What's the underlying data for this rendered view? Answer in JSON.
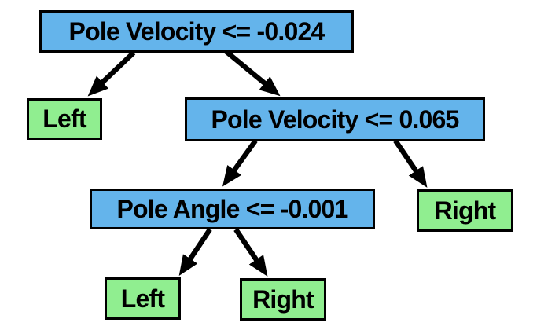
{
  "diagram": {
    "type": "decision-tree",
    "colors": {
      "decision_node_fill": "#64b4eb",
      "leaf_node_fill": "#90ee90",
      "border": "#000000",
      "arrow": "#000000",
      "background": "#ffffff",
      "text": "#000000"
    },
    "nodes": {
      "root": {
        "label": "Pole Velocity <= -0.024",
        "kind": "decision"
      },
      "leaf_left_1": {
        "label": "Left",
        "kind": "leaf"
      },
      "velocity_2": {
        "label": "Pole Velocity <= 0.065",
        "kind": "decision"
      },
      "angle": {
        "label": "Pole Angle <= -0.001",
        "kind": "decision"
      },
      "leaf_right_1": {
        "label": "Right",
        "kind": "leaf"
      },
      "leaf_left_2": {
        "label": "Left",
        "kind": "leaf"
      },
      "leaf_right_2": {
        "label": "Right",
        "kind": "leaf"
      }
    },
    "edges": [
      {
        "from": "root",
        "to": "leaf_left_1"
      },
      {
        "from": "root",
        "to": "velocity_2"
      },
      {
        "from": "velocity_2",
        "to": "angle"
      },
      {
        "from": "velocity_2",
        "to": "leaf_right_1"
      },
      {
        "from": "angle",
        "to": "leaf_left_2"
      },
      {
        "from": "angle",
        "to": "leaf_right_2"
      }
    ]
  }
}
